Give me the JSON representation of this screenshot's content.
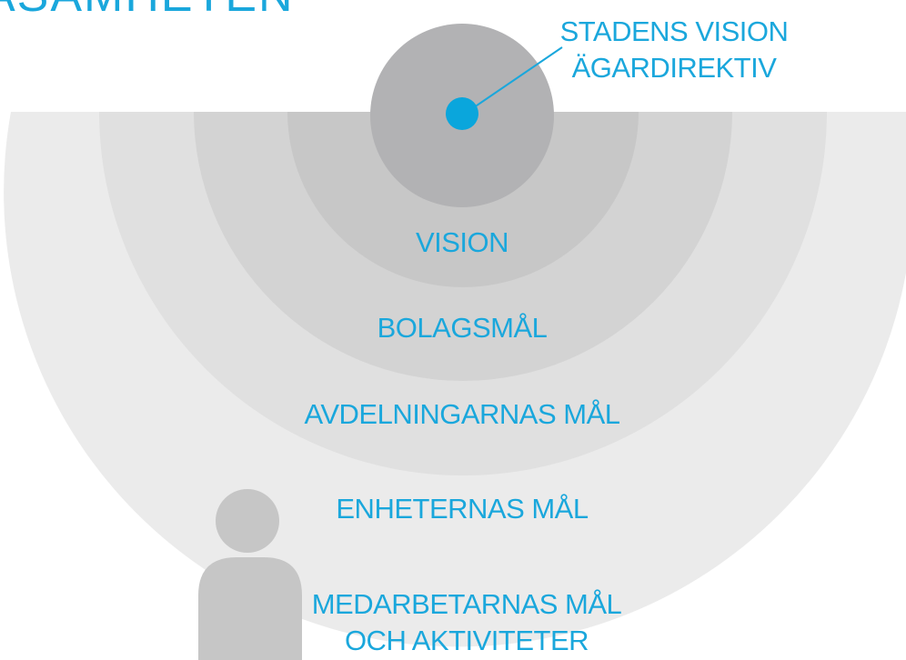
{
  "heading": "ASAMHETEN",
  "callout": {
    "line1": "STADENS VISION",
    "line2": "ÄGARDIREKTIV"
  },
  "levels": {
    "vision": "VISION",
    "bolagsmal": "BOLAGSMÅL",
    "avdelningarnas": "AVDELNINGARNAS MÅL",
    "enheternas": "ENHETERNAS MÅL",
    "medarbetarnas_line1": "MEDARBETARNAS MÅL",
    "medarbetarnas_line2": "OCH AKTIVITETER"
  },
  "colors": {
    "accent": "#1aa7dc",
    "ring_outer": "#ebebeb",
    "ring_2": "#e0e0e0",
    "ring_3": "#d3d3d3",
    "ring_inner": "#c7c7c7",
    "top_circle": "#b2b2b4",
    "person": "#c6c6c6"
  }
}
